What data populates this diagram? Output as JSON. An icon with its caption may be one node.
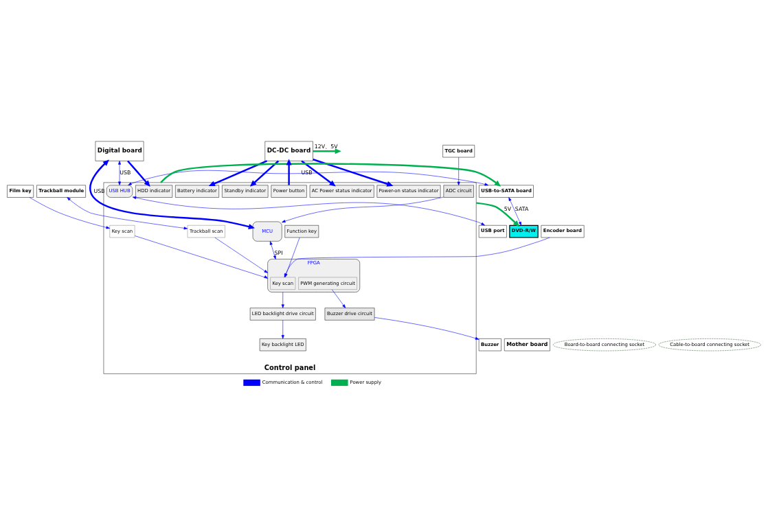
{
  "diagram": {
    "nodes": [
      {
        "text": [
          "Digital board"
        ]
      },
      {
        "text": [
          "Mother board"
        ]
      },
      {
        "text": [
          "Board-to-board connecting socket"
        ]
      },
      {
        "text": [
          "Cable-to-board connecting socket"
        ]
      },
      {
        "text": [
          "DC-DC board"
        ]
      },
      {
        "text": [
          "DVD-R/W"
        ]
      },
      {
        "text": [
          "USB-to-SATA board"
        ]
      },
      {
        "text": [
          "USB port"
        ]
      },
      {
        "text": [
          "TGC board"
        ]
      },
      {
        "text": [
          "Trackball module"
        ]
      },
      {
        "text": [
          "Control panel"
        ]
      },
      {
        "text": [
          "HDD indicator"
        ],
        "in": 10
      },
      {
        "text": [
          "USB HUB"
        ],
        "in": 10
      },
      {
        "text": [
          "ADC circuit"
        ],
        "in": 10
      },
      {
        "text": [
          "Key backlight LED"
        ],
        "in": 10
      },
      {
        "text": [
          "Trackball scan"
        ],
        "in": 10
      },
      {
        "text": [
          "MCU"
        ],
        "in": 10
      },
      {
        "text": [
          "FPGA"
        ],
        "in": 10
      },
      {
        "text": [
          "Key scan"
        ],
        "in": 17
      },
      {
        "text": [
          "PWM generating circuit"
        ],
        "in": 17
      },
      {
        "text": [
          "LED backlight drive circuit"
        ],
        "in": 10
      },
      {
        "text": [
          "Function key"
        ],
        "in": 10
      },
      {
        "text": [
          "Power button"
        ],
        "in": 10
      },
      {
        "text": [
          "AC Power status indicator"
        ],
        "in": 10
      },
      {
        "text": [
          "Power-on status indicator"
        ],
        "in": 10
      },
      {
        "text": [
          "Battery indicator"
        ],
        "in": 10
      },
      {
        "text": [
          "Standby indicator"
        ],
        "in": 10
      },
      {
        "text": [
          "Key scan"
        ],
        "in": 10
      },
      {
        "text": [
          "Buzzer drive circuit"
        ],
        "in": 10
      },
      {
        "text": [
          "Encoder board"
        ]
      },
      {
        "text": [
          "Film key"
        ]
      },
      {
        "text": [
          "Buzzer"
        ]
      }
    ],
    "edges": [
      {
        "from": 6,
        "to": 5,
        "arrow": "both",
        "label": "SATA"
      },
      {
        "from": 10,
        "to": 5,
        "arrow": "to",
        "label": "5V",
        "color": "#00b050",
        "style": "thick"
      },
      {
        "from": 10,
        "to": 6,
        "arrow": "to",
        "color": "#00b050",
        "style": "thick"
      },
      {
        "from": 0,
        "to": 12,
        "arrow": "both",
        "label": "USB"
      },
      {
        "from": 6,
        "to": 12,
        "arrow": "both",
        "label": "USB"
      },
      {
        "from": 0,
        "to": 11,
        "arrow": "to",
        "style": "thick"
      },
      {
        "from": 12,
        "to": 7,
        "arrow": "both"
      },
      {
        "from": 8,
        "to": 13,
        "arrow": "to"
      },
      {
        "from": 9,
        "to": 15,
        "arrow": "both"
      },
      {
        "from": 15,
        "to": 17,
        "arrow": "to"
      },
      {
        "from": 20,
        "to": 14,
        "arrow": "to"
      },
      {
        "from": 17,
        "to": 20,
        "arrow": "to"
      },
      {
        "from": 16,
        "to": 0,
        "arrow": "both",
        "label": "USB",
        "style": "thick"
      },
      {
        "from": 13,
        "to": 16,
        "arrow": "to"
      },
      {
        "from": 16,
        "to": 17,
        "arrow": "both",
        "label": "SPI"
      },
      {
        "from": 4,
        "to": null,
        "arrow": "to",
        "label": "12V、5V",
        "color": "#00b050",
        "style": "thick"
      },
      {
        "from": 22,
        "to": 4,
        "arrow": "to",
        "style": "thick"
      },
      {
        "from": 4,
        "to": 23,
        "arrow": "to",
        "style": "thick"
      },
      {
        "from": 4,
        "to": 24,
        "arrow": "to",
        "style": "thick"
      },
      {
        "from": 4,
        "to": 25,
        "arrow": "to",
        "style": "thick"
      },
      {
        "from": 4,
        "to": 26,
        "arrow": "to",
        "style": "thick"
      },
      {
        "from": 21,
        "to": 18,
        "arrow": "to"
      },
      {
        "from": 29,
        "to": 18,
        "arrow": "to"
      },
      {
        "from": 27,
        "to": 17,
        "arrow": "to"
      },
      {
        "from": 30,
        "to": 27,
        "arrow": "to"
      },
      {
        "from": 19,
        "to": 28,
        "arrow": "to"
      },
      {
        "from": 28,
        "to": 31,
        "arrow": "to"
      }
    ],
    "legend": [
      {
        "text": "Communication & control",
        "color": "#0000ff"
      },
      {
        "text": "Power supply",
        "color": "#00b050"
      }
    ]
  }
}
